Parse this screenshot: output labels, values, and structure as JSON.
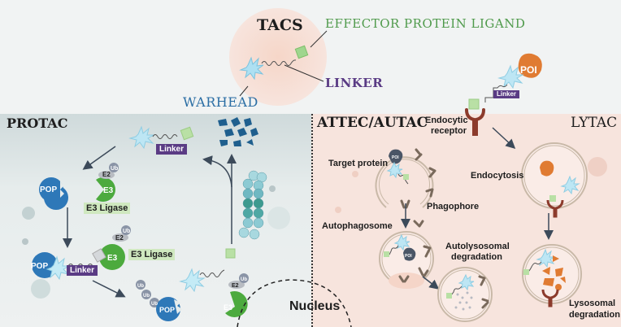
{
  "header": {
    "title": "TACS",
    "effector_label": "EFFECTOR PROTEIN LIGAND",
    "linker_label": "LINKER",
    "warhead_label": "WARHEAD"
  },
  "colors": {
    "effector": "#4f9a4b",
    "linker": "#5a3b84",
    "warhead": "#2b6ea4",
    "poi_blue": "#2e78b8",
    "e3_green": "#4caa3e",
    "poi_orange": "#e07b32",
    "receptor": "#8c3b2c"
  },
  "protac": {
    "title": "PROTAC",
    "linker_tag": "Linker",
    "pop_label": "POP",
    "e3_label": "E3",
    "e2_label": "E2",
    "ub_label": "Ub",
    "e3_ligase_label": "E3 Ligase",
    "nucleus_label": "Nucleus"
  },
  "attec": {
    "title": "ATTEC/AUTAC",
    "target_protein": "Target protein",
    "phagophore": "Phagophore",
    "autophagosome": "Autophagosome",
    "autolysosomal_line1": "Autolysosomal",
    "autolysosomal_line2": "degradation",
    "poi_small": "POI"
  },
  "lytac": {
    "title": "LYTAC",
    "poi_label": "POI",
    "linker_tag": "Linker",
    "receptor_line1": "Endocytic",
    "receptor_line2": "receptor",
    "endocytosis": "Endocytosis",
    "lysosomal_line1": "Lysosomal",
    "lysosomal_line2": "degradation"
  }
}
